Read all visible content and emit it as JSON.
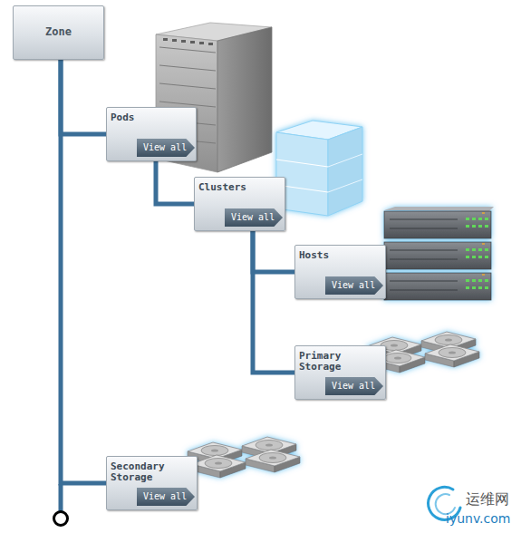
{
  "diagram": {
    "nodes": [
      {
        "text": [
          "Zone"
        ]
      },
      {
        "text": [
          "Pods",
          "View all"
        ]
      },
      {
        "text": [
          "Clusters",
          "View all"
        ]
      },
      {
        "text": [
          "Hosts",
          "View all"
        ]
      },
      {
        "text": [
          "Primary Storage",
          "View all"
        ]
      },
      {
        "text": [
          "Secondary Storage",
          "View all"
        ]
      }
    ],
    "edges": [
      {
        "from": 0,
        "to": 1,
        "arrow": "none"
      },
      {
        "from": 0,
        "to": 5,
        "arrow": "none"
      },
      {
        "from": 1,
        "to": 2,
        "arrow": "none"
      },
      {
        "from": 2,
        "to": 3,
        "arrow": "none"
      },
      {
        "from": 2,
        "to": 4,
        "arrow": "none"
      }
    ],
    "labels": [
      "运维网",
      "iyunv.com"
    ]
  }
}
